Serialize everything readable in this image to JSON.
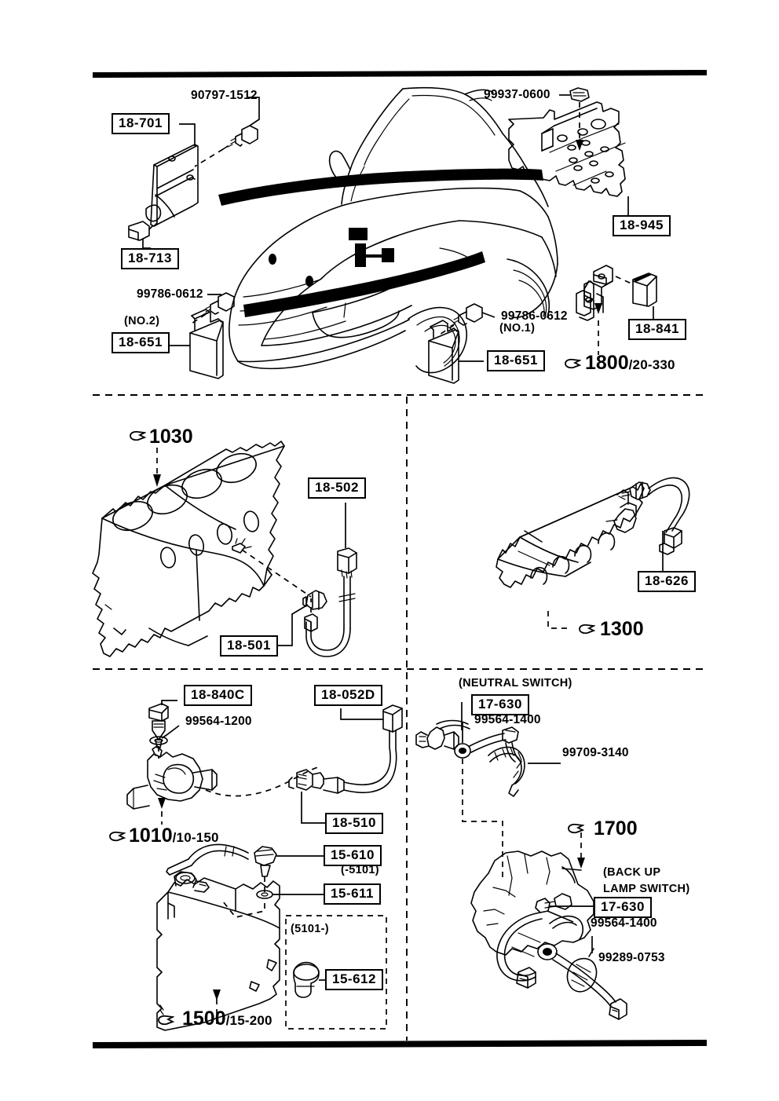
{
  "diagram": {
    "title": "Engine electrical sensors & switches parts diagram",
    "style": {
      "line": "#000000",
      "paper": "#ffffff"
    }
  },
  "panels": {
    "top": {
      "name": "vehicle-front-panel",
      "labels": [
        {
          "id": "l18701",
          "text": "18-701",
          "kind": "box"
        },
        {
          "id": "l90797",
          "text": "90797-1512",
          "kind": "plain"
        },
        {
          "id": "l18713",
          "text": "18-713",
          "kind": "box"
        },
        {
          "id": "l99937",
          "text": "99937-0600",
          "kind": "plain"
        },
        {
          "id": "l18945",
          "text": "18-945",
          "kind": "box"
        },
        {
          "id": "l99786a",
          "text": "99786-0612",
          "kind": "plain"
        },
        {
          "id": "l99786b",
          "text": "99786-0612",
          "kind": "plain"
        },
        {
          "id": "lno2",
          "text": "(NO.2)",
          "kind": "note"
        },
        {
          "id": "lno1",
          "text": "(NO.1)",
          "kind": "note"
        },
        {
          "id": "l18651a",
          "text": "18-651",
          "kind": "box"
        },
        {
          "id": "l18651b",
          "text": "18-651",
          "kind": "box"
        },
        {
          "id": "l18841",
          "text": "18-841",
          "kind": "box"
        }
      ],
      "section": {
        "num": "1800",
        "suffix": "/20-330"
      }
    },
    "mid_left": {
      "name": "cylinder-block-panel",
      "section": {
        "num": "1030",
        "suffix": ""
      },
      "labels": [
        {
          "id": "l18502",
          "text": "18-502",
          "kind": "box"
        },
        {
          "id": "l18501",
          "text": "18-501",
          "kind": "box"
        }
      ]
    },
    "mid_right": {
      "name": "camshaft-cover-panel",
      "section": {
        "num": "1300",
        "suffix": ""
      },
      "labels": [
        {
          "id": "l18626",
          "text": "18-626",
          "kind": "box"
        }
      ]
    },
    "bottom_left": {
      "name": "thermostat-radiator-panel",
      "sections": [
        {
          "num": "1010",
          "suffix": "/10-150"
        },
        {
          "num": "1500",
          "suffix": "/15-200"
        }
      ],
      "labels": [
        {
          "id": "l18840c",
          "text": "18-840C",
          "kind": "box"
        },
        {
          "id": "l99564_1200",
          "text": "99564-1200",
          "kind": "plain"
        },
        {
          "id": "l18052d",
          "text": "18-052D",
          "kind": "box"
        },
        {
          "id": "l18510",
          "text": "18-510",
          "kind": "box"
        },
        {
          "id": "l15610",
          "text": "15-610",
          "kind": "box"
        },
        {
          "id": "l5101_to",
          "text": "(-5101)",
          "kind": "note"
        },
        {
          "id": "l15611",
          "text": "15-611",
          "kind": "box"
        },
        {
          "id": "l5101_from",
          "text": "(5101-)",
          "kind": "note"
        },
        {
          "id": "l15612",
          "text": "15-612",
          "kind": "box"
        }
      ]
    },
    "bottom_right": {
      "name": "transmission-switch-panel",
      "section": {
        "num": "1700",
        "suffix": ""
      },
      "labels": [
        {
          "id": "lneutral",
          "text": "(NEUTRAL  SWITCH)",
          "kind": "note"
        },
        {
          "id": "l17630a",
          "text": "17-630",
          "kind": "box"
        },
        {
          "id": "l99564_1400a",
          "text": "99564-1400",
          "kind": "plain"
        },
        {
          "id": "l99709",
          "text": "99709-3140",
          "kind": "plain"
        },
        {
          "id": "lbackup1",
          "text": "(BACK UP",
          "kind": "note"
        },
        {
          "id": "lbackup2",
          "text": "LAMP SWITCH)",
          "kind": "note"
        },
        {
          "id": "l17630b",
          "text": "17-630",
          "kind": "box"
        },
        {
          "id": "l99564_1400b",
          "text": "99564-1400",
          "kind": "plain"
        },
        {
          "id": "l99289",
          "text": "99289-0753",
          "kind": "plain"
        }
      ]
    }
  }
}
